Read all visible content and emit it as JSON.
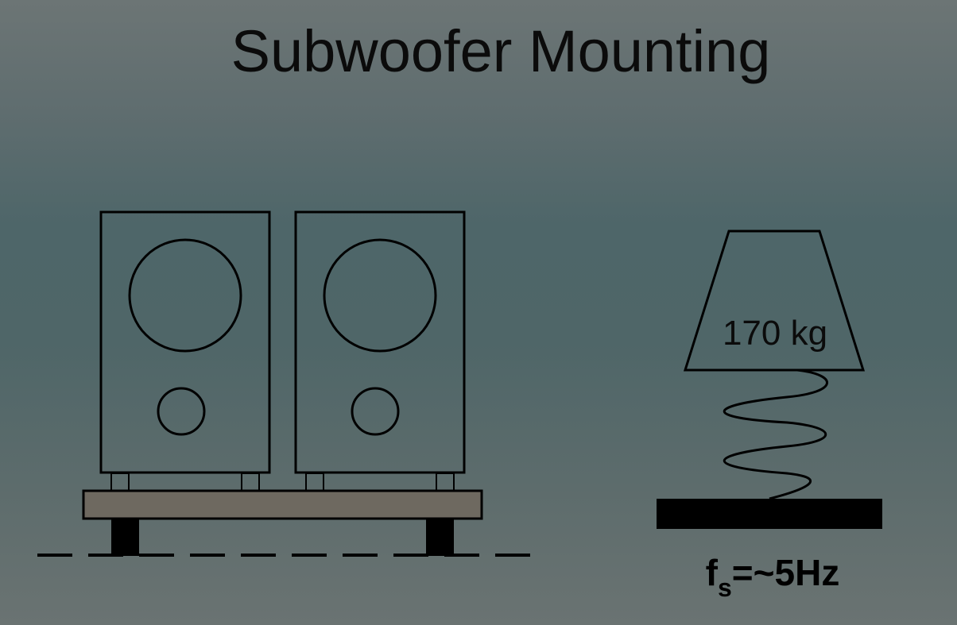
{
  "title": "Subwoofer Mounting",
  "mass_label": "170 kg",
  "resonance": {
    "symbol": "f",
    "subscript": "s",
    "value": "=~5Hz"
  },
  "colors": {
    "outline": "#000000",
    "platform_fill": "#6e6960",
    "cabinet_fill": "none"
  }
}
